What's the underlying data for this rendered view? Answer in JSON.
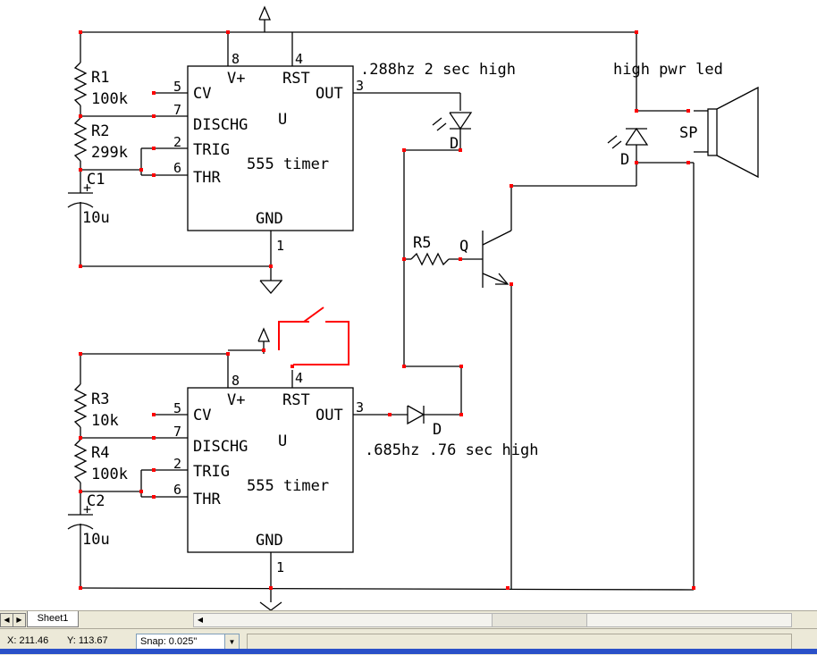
{
  "schematic": {
    "top_timer": {
      "ref": "U",
      "name": "555 timer",
      "pins": {
        "vcc_num": "8",
        "vcc": "V+",
        "rst_num": "4",
        "rst": "RST",
        "cv_num": "5",
        "cv": "CV",
        "out_num": "3",
        "out": "OUT",
        "disch_num": "7",
        "disch": "DISCHG",
        "trig_num": "2",
        "trig": "TRIG",
        "thr_num": "6",
        "thr": "THR",
        "gnd": "GND",
        "gnd_num": "1"
      }
    },
    "bottom_timer": {
      "ref": "U",
      "name": "555 timer",
      "pins": {
        "vcc_num": "8",
        "vcc": "V+",
        "rst_num": "4",
        "rst": "RST",
        "cv_num": "5",
        "cv": "CV",
        "out_num": "3",
        "out": "OUT",
        "disch_num": "7",
        "disch": "DISCHG",
        "trig_num": "2",
        "trig": "TRIG",
        "thr_num": "6",
        "thr": "THR",
        "gnd": "GND",
        "gnd_num": "1"
      }
    },
    "components": {
      "r1_ref": "R1",
      "r1_val": "100k",
      "r2_ref": "R2",
      "r2_val": "299k",
      "c1_ref": "C1",
      "c1_val": "10u",
      "r3_ref": "R3",
      "r3_val": "10k",
      "r4_ref": "R4",
      "r4_val": "100k",
      "c2_ref": "C2",
      "c2_val": "10u",
      "r5_ref": "R5",
      "q_ref": "Q",
      "d_top": "D",
      "d_hp": "D",
      "d_bottom": "D",
      "sp_ref": "SP",
      "plus": "+"
    },
    "annotations": {
      "top_freq": ".288hz 2 sec high",
      "hp_led": "high pwr led",
      "bottom_freq": ".685hz .76 sec high"
    },
    "colors": {
      "wire": "#000000",
      "junction": "#ff0000",
      "sketch": "#ff0000"
    }
  },
  "tabs": {
    "sheet": "Sheet1"
  },
  "status": {
    "x": "X: 211.46",
    "y": "Y: 113.67",
    "snap": "Snap: 0.025\""
  }
}
